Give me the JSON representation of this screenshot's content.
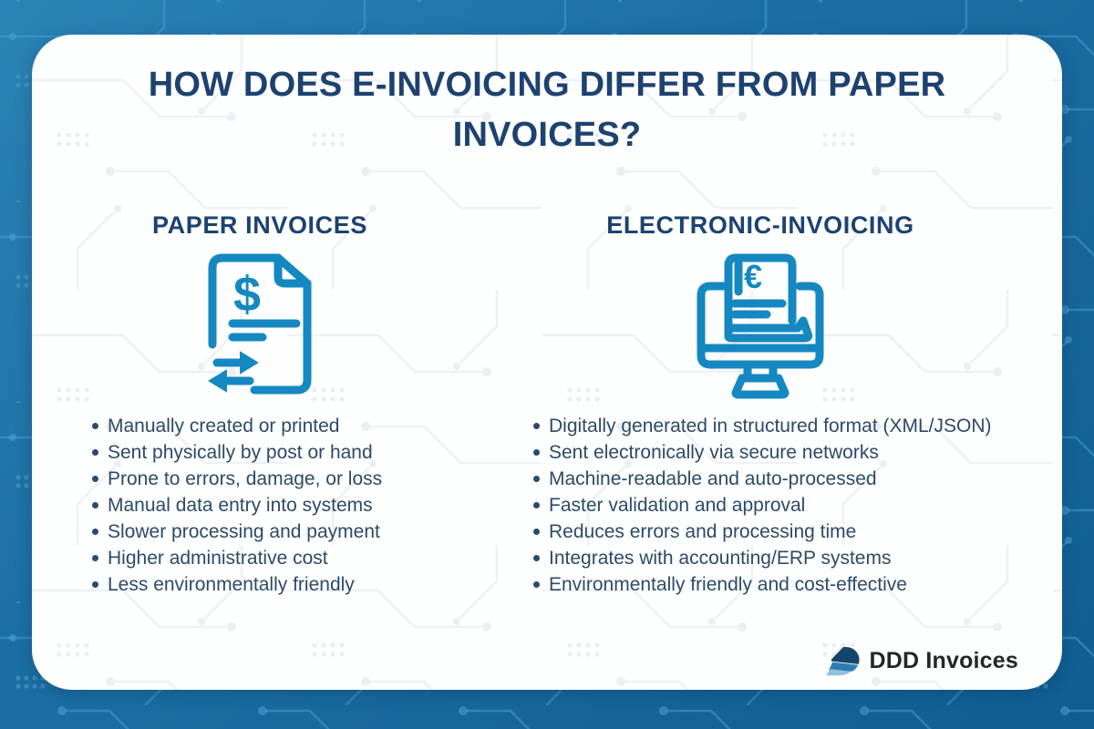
{
  "infographic": {
    "title": "HOW DOES E-INVOICING DIFFER FROM PAPER INVOICES?",
    "columns": [
      {
        "heading": "PAPER INVOICES",
        "icon": "paper-invoice-icon",
        "bullets": [
          "Manually created or printed",
          "Sent physically by post or hand",
          "Prone to errors, damage, or loss",
          "Manual data entry into systems",
          "Slower processing and payment",
          "Higher administrative cost",
          "Less environmentally friendly"
        ]
      },
      {
        "heading": "ELECTRONIC-INVOICING",
        "icon": "e-invoicing-monitor-icon",
        "bullets": [
          "Digitally generated in structured format (XML/JSON)",
          "Sent electronically via secure networks",
          "Machine-readable and auto-processed",
          "Faster validation and approval",
          "Reduces errors and processing time",
          "Integrates with accounting/ERP systems",
          "Environmentally friendly and cost-effective"
        ]
      }
    ],
    "icon_symbols": {
      "paper_invoice_currency": "$",
      "e_invoice_currency": "€"
    },
    "brand": {
      "name": "DDD Invoices",
      "logo_icon": "ddd-logo-icon"
    },
    "colors": {
      "accent_icon_blue": "#1588c1",
      "heading_navy": "#1d4270",
      "bullet_text": "#2d4a68",
      "background_blue": "#1c6fa5",
      "card_background": "#fdfefe",
      "brand_text": "#23272b",
      "logo_navy": "#14466b",
      "logo_mid_blue": "#2e7dae",
      "logo_light_blue": "#8fc2dd"
    }
  }
}
